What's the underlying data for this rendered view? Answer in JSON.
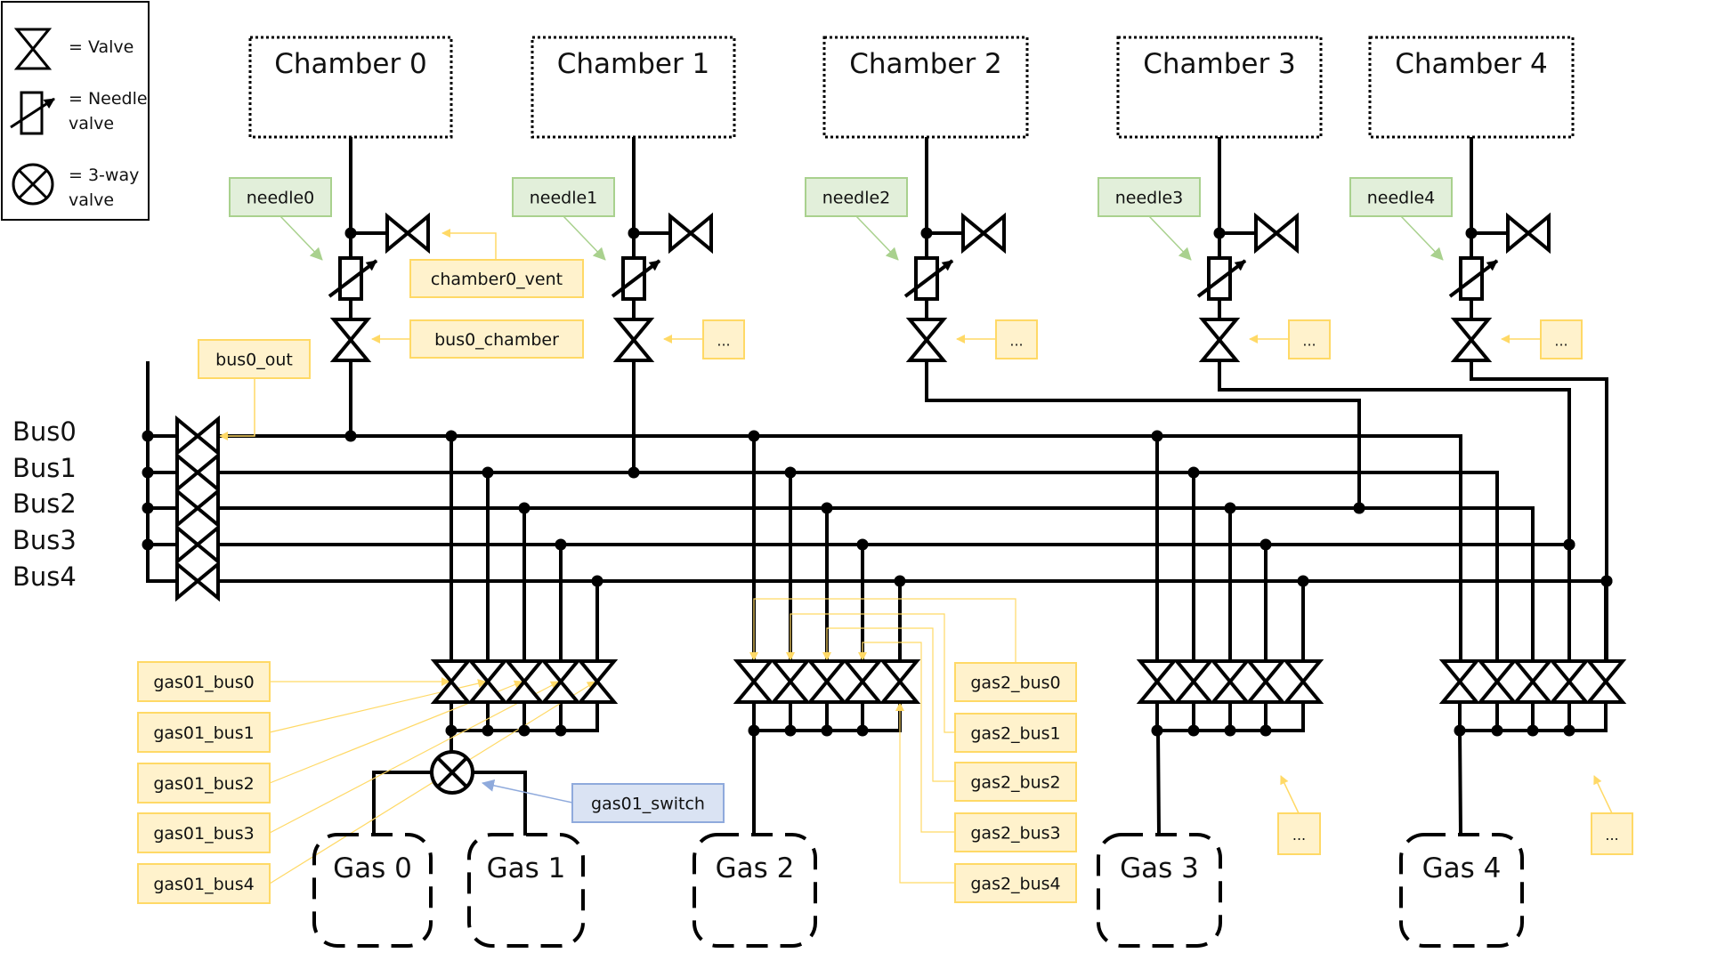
{
  "legend": {
    "valve": "= Valve",
    "needle_line1": "= Needle",
    "needle_line2": "valve",
    "threeway_line1": "= 3-way",
    "threeway_line2": "valve"
  },
  "colors": {
    "pipe": "#000000",
    "yellow_fill": "#fff2cc",
    "yellow_border": "#ffd966",
    "yellow_arrow": "#ffd966",
    "green_fill": "#e2efda",
    "green_border": "#a9d18e",
    "green_arrow": "#a9d18e",
    "blue_fill": "#dae3f3",
    "blue_border": "#8faadc",
    "blue_arrow": "#8faadc"
  },
  "buses": [
    "Bus0",
    "Bus1",
    "Bus2",
    "Bus3",
    "Bus4"
  ],
  "chambers": [
    {
      "name": "Chamber 0",
      "needle_label": "needle0",
      "vent_label": "chamber0_vent",
      "bus_valve_label": "bus0_chamber",
      "bus": 0
    },
    {
      "name": "Chamber 1",
      "needle_label": "needle1",
      "vent_label": "",
      "bus_valve_label": "...",
      "bus": 1
    },
    {
      "name": "Chamber 2",
      "needle_label": "needle2",
      "vent_label": "",
      "bus_valve_label": "...",
      "bus": 2
    },
    {
      "name": "Chamber 3",
      "needle_label": "needle3",
      "vent_label": "",
      "bus_valve_label": "...",
      "bus": 3
    },
    {
      "name": "Chamber 4",
      "needle_label": "needle4",
      "vent_label": "",
      "bus_valve_label": "...",
      "bus": 4
    }
  ],
  "bus_out_label": "bus0_out",
  "gas_groups": [
    {
      "sources": [
        "Gas 0",
        "Gas 1"
      ],
      "switch_label": "gas01_switch",
      "valve_labels": [
        "gas01_bus0",
        "gas01_bus1",
        "gas01_bus2",
        "gas01_bus3",
        "gas01_bus4"
      ]
    },
    {
      "sources": [
        "Gas 2"
      ],
      "switch_label": "",
      "valve_labels": [
        "gas2_bus0",
        "gas2_bus1",
        "gas2_bus2",
        "gas2_bus3",
        "gas2_bus4"
      ]
    },
    {
      "sources": [
        "Gas 3"
      ],
      "switch_label": "",
      "valve_labels": [
        "..."
      ]
    },
    {
      "sources": [
        "Gas 4"
      ],
      "switch_label": "",
      "valve_labels": [
        "..."
      ]
    }
  ]
}
